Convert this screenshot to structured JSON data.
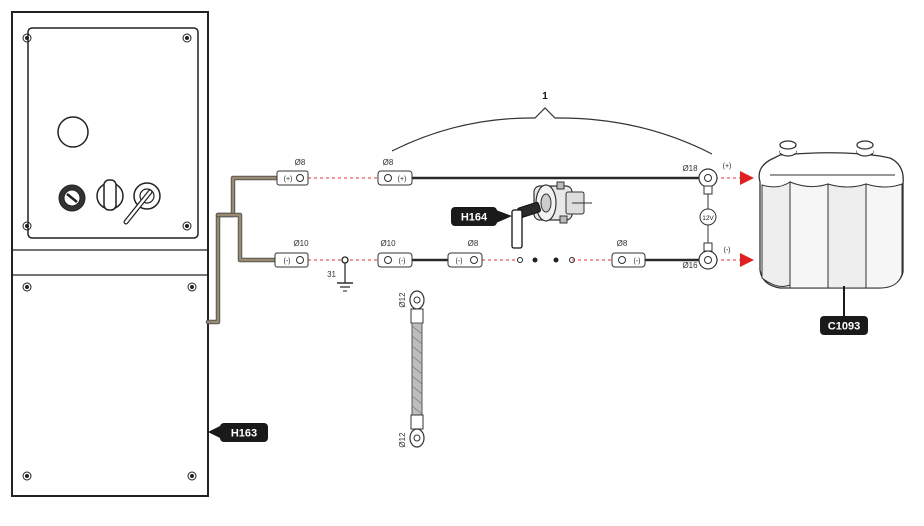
{
  "callouts": {
    "cabinet": "H163",
    "switch": "H164",
    "battery": "C1093"
  },
  "leader_number": "1",
  "terminals": {
    "pos_left_size": "Ø8",
    "pos_left_sign": "(+)",
    "pos_mid_size": "Ø8",
    "pos_mid_sign": "(+)",
    "pos_batt_size": "Ø18",
    "pos_batt_sign": "(+)",
    "neg_left_size": "Ø10",
    "neg_left_sign": "(-)",
    "neg_mid_size": "Ø10",
    "neg_mid_sign": "(-)",
    "neg_sw_size": "Ø8",
    "neg_sw_sign": "(-)",
    "neg_right_size": "Ø8",
    "neg_right_sign": "(-)",
    "neg_batt_size": "Ø16",
    "neg_batt_sign": "(-)"
  },
  "ground_label": "31",
  "voltage_label": "12V",
  "strap": {
    "top_size": "Ø12",
    "bottom_size": "Ø12"
  },
  "colors": {
    "cable_brown": "#7a6a55",
    "cable_dark": "#2a2a2a",
    "dashed_red": "#e03030",
    "arrow_red": "#e02020",
    "callout_bg": "#1a1a1a"
  }
}
